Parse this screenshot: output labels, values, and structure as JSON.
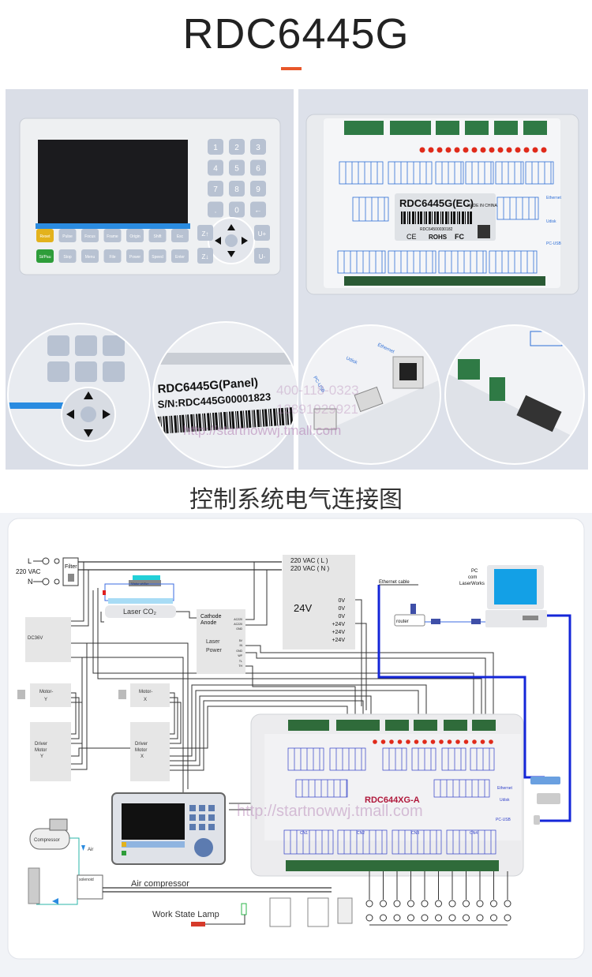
{
  "title": "RDC6445G",
  "accent_color": "#e8572a",
  "section_title": "控制系统电气连接图",
  "panel": {
    "number_keys": [
      "1",
      "2",
      "3",
      "4",
      "5",
      "6",
      "7",
      "8",
      "9",
      ".",
      "0",
      "←"
    ],
    "row1_keys": [
      "Reset",
      "Pulse",
      "Focus",
      "Frame",
      "Origin",
      "Shift",
      "Esc"
    ],
    "row2_keys": [
      "St/Pau",
      "Stop",
      "Menu",
      "File",
      "Power",
      "Speed",
      "Enter"
    ],
    "z_up": "Z↑",
    "z_down": "Z↓",
    "u_plus": "U+",
    "u_minus": "U-",
    "label_model": "RDC6445G(Panel)",
    "label_serial": "S/N:RDC445G00001823"
  },
  "controller": {
    "model": "RDC6445G(EC)",
    "made_in": "MADE IN CHINA",
    "serial": "RDC64500030182",
    "marks": [
      "CE",
      "ROHS",
      "FC"
    ],
    "ports": [
      "Ethernet",
      "Udisk",
      "PC-USB"
    ]
  },
  "watermark": {
    "url": "http://startnowwj.tmall.com",
    "phone1": "400-118-0323",
    "phone2": "13891929921"
  },
  "diagram": {
    "mains": {
      "l": "L",
      "n": "N",
      "voltage": "220 VAC",
      "filter": "Filter"
    },
    "psu24": {
      "title": "24V",
      "in_l": "220 VAC ( L )",
      "in_n": "220 VAC ( N )",
      "outputs": [
        "0V",
        "0V",
        "0V",
        "+24V",
        "+24V",
        "+24V"
      ]
    },
    "laser_tube": "Laser CO₂",
    "chiller": "Water chiller",
    "laser_power": {
      "title1": "Laser",
      "title2": "Power",
      "cathode": "Cathode",
      "anode": "Anode",
      "pins_in": [
        "AC220",
        "AC220",
        "GND"
      ],
      "pins_ctrl": [
        "5V",
        "IN",
        "GND",
        "WP",
        "TL",
        "TH"
      ]
    },
    "dc36": "DC36V",
    "motor_y": {
      "l1": "Motor-",
      "l2": "Y"
    },
    "motor_x": {
      "l1": "Motor-",
      "l2": "X"
    },
    "driver_y": {
      "l1": "Driver",
      "l2": "Motor",
      "l3": "Y"
    },
    "driver_x": {
      "l1": "Driver",
      "l2": "Motor",
      "l3": "X"
    },
    "ethernet_cable": "Ethernet cable",
    "router": "router",
    "pc": {
      "l1": "PC",
      "l2": "com",
      "l3": "LaserWorks"
    },
    "board_model": "RDC644XG-A",
    "board_ports": [
      "Ethernet",
      "Udisk",
      "PC-USB"
    ],
    "connectors": [
      "CN1",
      "CN2",
      "CN3",
      "CN4"
    ],
    "compressor": "Compressor",
    "air": "Air",
    "solenoid": "solenoid",
    "air_compressor": "Air compressor",
    "work_lamp": "Work State Lamp"
  }
}
